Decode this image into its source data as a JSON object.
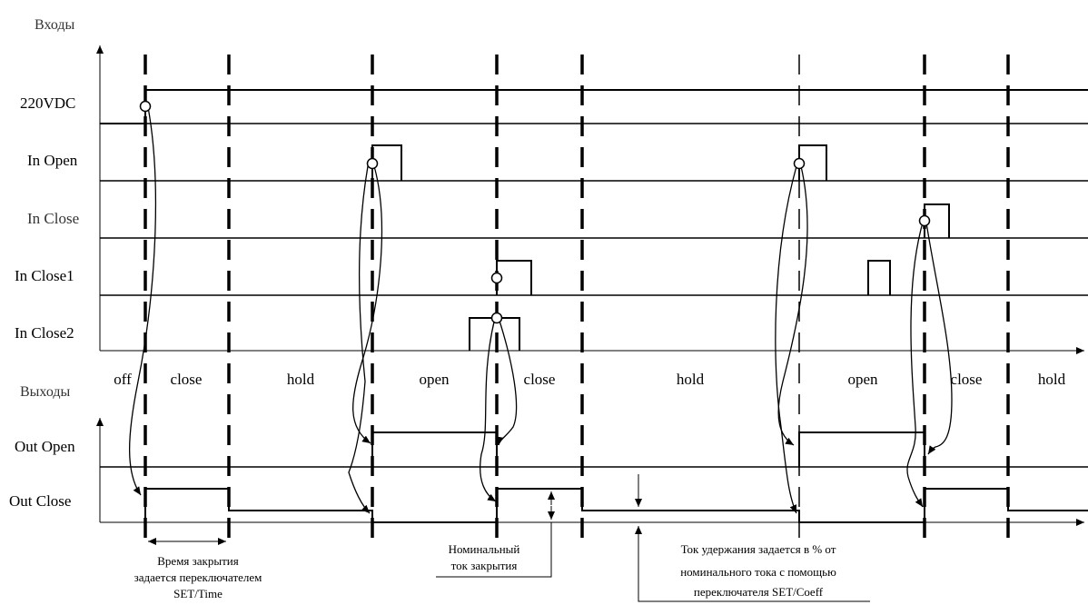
{
  "inputs_heading": "Входы",
  "outputs_heading": "Выходы",
  "signals": {
    "vdc": "220VDC",
    "in_open": "In Open",
    "in_close": "In Close",
    "in_close1": "In Close1",
    "in_close2": "In Close2",
    "out_open": "Out Open",
    "out_close": "Out Close"
  },
  "states": [
    "off",
    "close",
    "hold",
    "open",
    "close",
    "hold",
    "open",
    "close",
    "hold"
  ],
  "notes": {
    "close_time": [
      "Время закрытия",
      "задается переключателем",
      "SET/Time"
    ],
    "nominal_current": [
      "Номинальный",
      "ток закрытия"
    ],
    "hold_current": [
      "Ток удержания задается в % от",
      "номинального тока с помощью",
      "переключателя SET/Coeff"
    ]
  },
  "colors": {
    "line": "#000000",
    "background": "#ffffff"
  }
}
